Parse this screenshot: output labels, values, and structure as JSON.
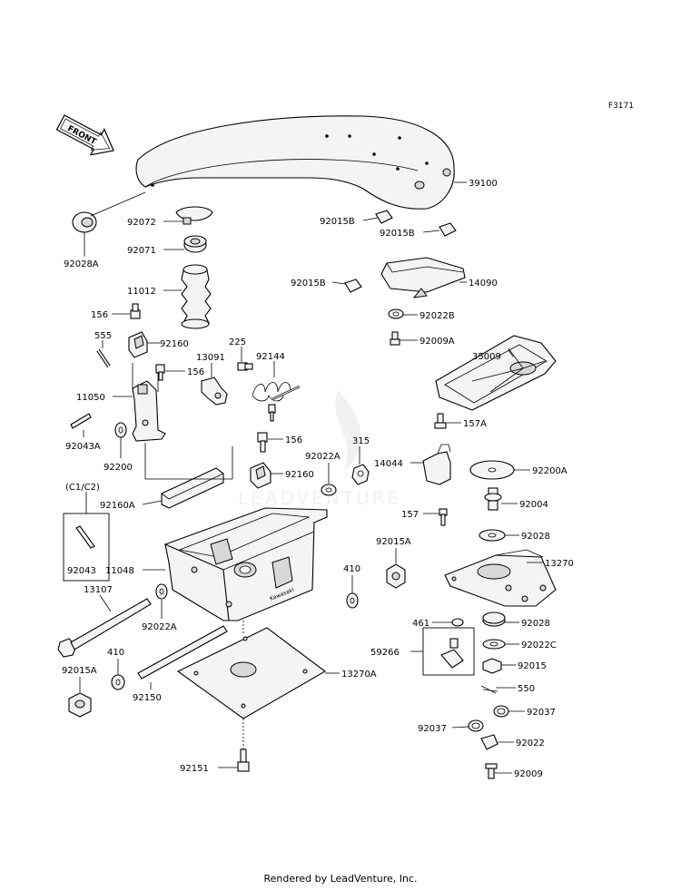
{
  "figure_code": "F3171",
  "front_label": "FRONT",
  "watermark": "LEADVENTURE",
  "footer": "Rendered by LeadVenture, Inc.",
  "group_label": "(C1/C2)",
  "labels": {
    "p39100": "39100",
    "p92028A": "92028A",
    "p92072": "92072",
    "p92071": "92071",
    "p11012": "11012",
    "p156a": "156",
    "p555": "555",
    "p92160a": "92160",
    "p156b": "156",
    "p13091": "13091",
    "p225": "225",
    "p92144": "92144",
    "p11050": "11050",
    "p92043A": "92043A",
    "p92200": "92200",
    "p156c": "156",
    "p92022Aa": "92022A",
    "p315": "315",
    "p14044": "14044",
    "p92160b": "92160",
    "p92160A": "92160A",
    "p157": "157",
    "p92043": "92043",
    "p11048": "11048",
    "p92015A": "92015A",
    "p410a": "410",
    "p13107": "13107",
    "p92022Ab": "92022A",
    "p410b": "410",
    "p92015Aa": "92015A",
    "p92150": "92150",
    "p13270A": "13270A",
    "p92151": "92151",
    "p92015Ba": "92015B",
    "p92015Bb": "92015B",
    "p92015Bc": "92015B",
    "p14090": "14090",
    "p92022B": "92022B",
    "p92009A": "92009A",
    "p35009": "35009",
    "p157A": "157A",
    "p92200A": "92200A",
    "p92004": "92004",
    "p92028a": "92028",
    "p13270": "13270",
    "p461": "461",
    "p92028b": "92028",
    "p59266": "59266",
    "p92022C": "92022C",
    "p92015": "92015",
    "p550": "550",
    "p92037a": "92037",
    "p92037b": "92037",
    "p92022": "92022",
    "p92009": "92009"
  }
}
